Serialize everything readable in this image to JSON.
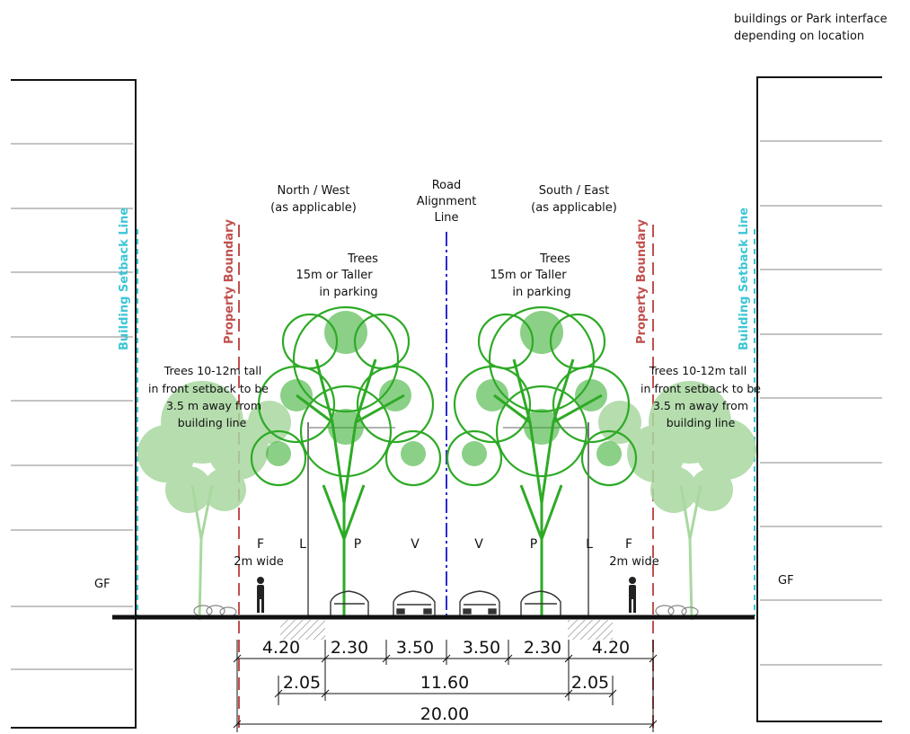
{
  "top_note": {
    "line1": "buildings or Park interface",
    "line2": "depending on location"
  },
  "side_labels": {
    "north_west_1": "North / West",
    "north_west_2": "(as applicable)",
    "south_east_1": "South / East",
    "south_east_2": "(as applicable)",
    "road_line_1": "Road",
    "road_line_2": "Alignment",
    "road_line_3": "Line"
  },
  "vertical_labels": {
    "property_boundary": "Property Boundary",
    "building_setback": "Building Setback Line"
  },
  "tree_notes": {
    "tall_1": "Trees",
    "tall_2": "15m or Taller",
    "tall_3": "in parking",
    "front_1": "Trees 10-12m tall",
    "front_2": "in front setback to be",
    "front_3": "3.5 m away from",
    "front_4": "building line"
  },
  "lane_codes": {
    "footpath": "F",
    "landscape": "L",
    "parking": "P",
    "vehicle": "V",
    "footpath_width": "2m wide"
  },
  "ground_floor": "GF",
  "dimensions": {
    "row1": [
      "4.20",
      "2.30",
      "3.50",
      "3.50",
      "2.30",
      "4.20"
    ],
    "row2_left": "2.05",
    "row2_mid": "11.60",
    "row2_right": "2.05",
    "row3": "20.00"
  },
  "colors": {
    "tree_dark": "#2eaa26",
    "tree_light": "#a9d8a0",
    "property_boundary": "#c0504d",
    "setback_line": "#3cc6d6",
    "road_line": "#2b2bd1",
    "ground": "#111111"
  }
}
